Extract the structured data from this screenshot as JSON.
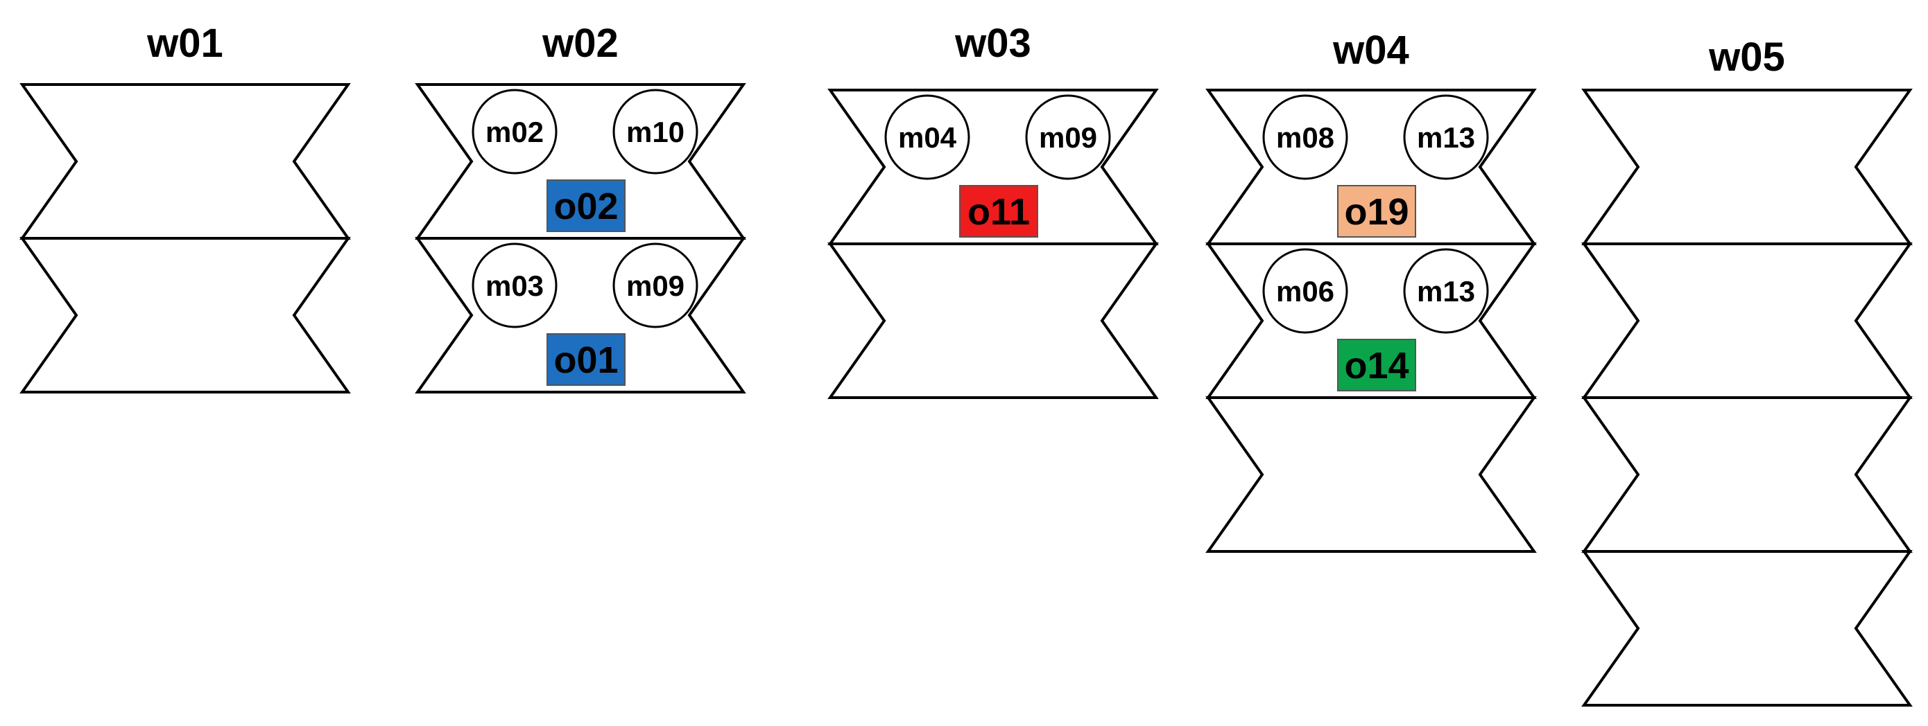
{
  "workstations": [
    {
      "name": "w01",
      "slots": [
        {
          "machines": [],
          "operation": null
        },
        {
          "machines": [],
          "operation": null
        }
      ]
    },
    {
      "name": "w02",
      "slots": [
        {
          "machines": [
            "m02",
            "m10"
          ],
          "operation": {
            "label": "o02",
            "color": "#1f6fc0"
          }
        },
        {
          "machines": [
            "m03",
            "m09"
          ],
          "operation": {
            "label": "o01",
            "color": "#1f6fc0"
          }
        }
      ]
    },
    {
      "name": "w03",
      "slots": [
        {
          "machines": [
            "m04",
            "m09"
          ],
          "operation": {
            "label": "o11",
            "color": "#ee1c1c"
          }
        },
        {
          "machines": [],
          "operation": null
        }
      ]
    },
    {
      "name": "w04",
      "slots": [
        {
          "machines": [
            "m08",
            "m13"
          ],
          "operation": {
            "label": "o19",
            "color": "#f4b183"
          }
        },
        {
          "machines": [
            "m06",
            "m13"
          ],
          "operation": {
            "label": "o14",
            "color": "#0aa54b"
          }
        },
        {
          "machines": [],
          "operation": null
        }
      ]
    },
    {
      "name": "w05",
      "slots": [
        {
          "machines": [],
          "operation": null
        },
        {
          "machines": [],
          "operation": null
        },
        {
          "machines": [],
          "operation": null
        },
        {
          "machines": [],
          "operation": null
        }
      ]
    }
  ]
}
